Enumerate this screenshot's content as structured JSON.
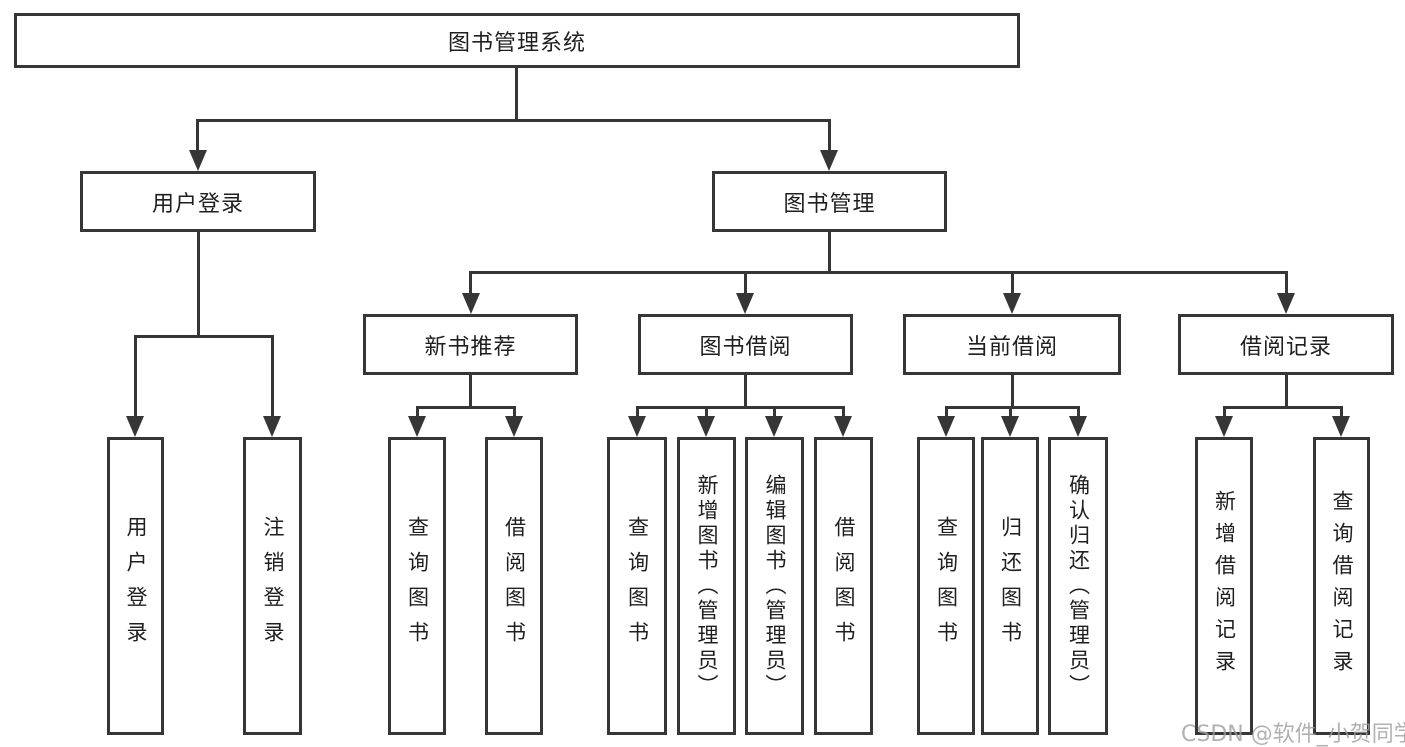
{
  "diagram": {
    "title": "图书管理系统",
    "watermark": "CSDN @软件_小贺同学",
    "colors": {
      "background": "#ffffff",
      "box_border": "#363636",
      "connector_line": "#363636",
      "text": "#1f1f1f",
      "watermark_text": "#9e9e9e"
    },
    "nodes": {
      "root": {
        "label": "图书管理系统"
      },
      "user_login": {
        "label": "用户登录"
      },
      "book_mgmt": {
        "label": "图书管理"
      },
      "new_book_rec": {
        "label": "新书推荐"
      },
      "book_borrow": {
        "label": "图书借阅"
      },
      "current_borrow": {
        "label": "当前借阅"
      },
      "borrow_records": {
        "label": "借阅记录"
      },
      "login": {
        "label": "用户登录"
      },
      "logout": {
        "label": "注销登录"
      },
      "rec_query_books": {
        "label": "查询图书"
      },
      "rec_borrow_books": {
        "label": "借阅图书"
      },
      "bb_query_books": {
        "label": "查询图书"
      },
      "bb_add_books": {
        "label": "新增图书（管理员）"
      },
      "bb_edit_books": {
        "label": "编辑图书（管理员）"
      },
      "bb_borrow_books": {
        "label": "借阅图书"
      },
      "cb_query_books": {
        "label": "查询图书"
      },
      "cb_return_books": {
        "label": "归还图书"
      },
      "cb_confirm_return": {
        "label": "确认归还（管理员）"
      },
      "br_add_record": {
        "label": "新增借阅记录"
      },
      "br_query_record": {
        "label": "查询借阅记录"
      }
    },
    "hierarchy": {
      "图书管理系统": {
        "用户登录": [
          "用户登录",
          "注销登录"
        ],
        "图书管理": {
          "新书推荐": [
            "查询图书",
            "借阅图书"
          ],
          "图书借阅": [
            "查询图书",
            "新增图书（管理员）",
            "编辑图书（管理员）",
            "借阅图书"
          ],
          "当前借阅": [
            "查询图书",
            "归还图书",
            "确认归还（管理员）"
          ],
          "借阅记录": [
            "新增借阅记录",
            "查询借阅记录"
          ]
        }
      }
    }
  }
}
